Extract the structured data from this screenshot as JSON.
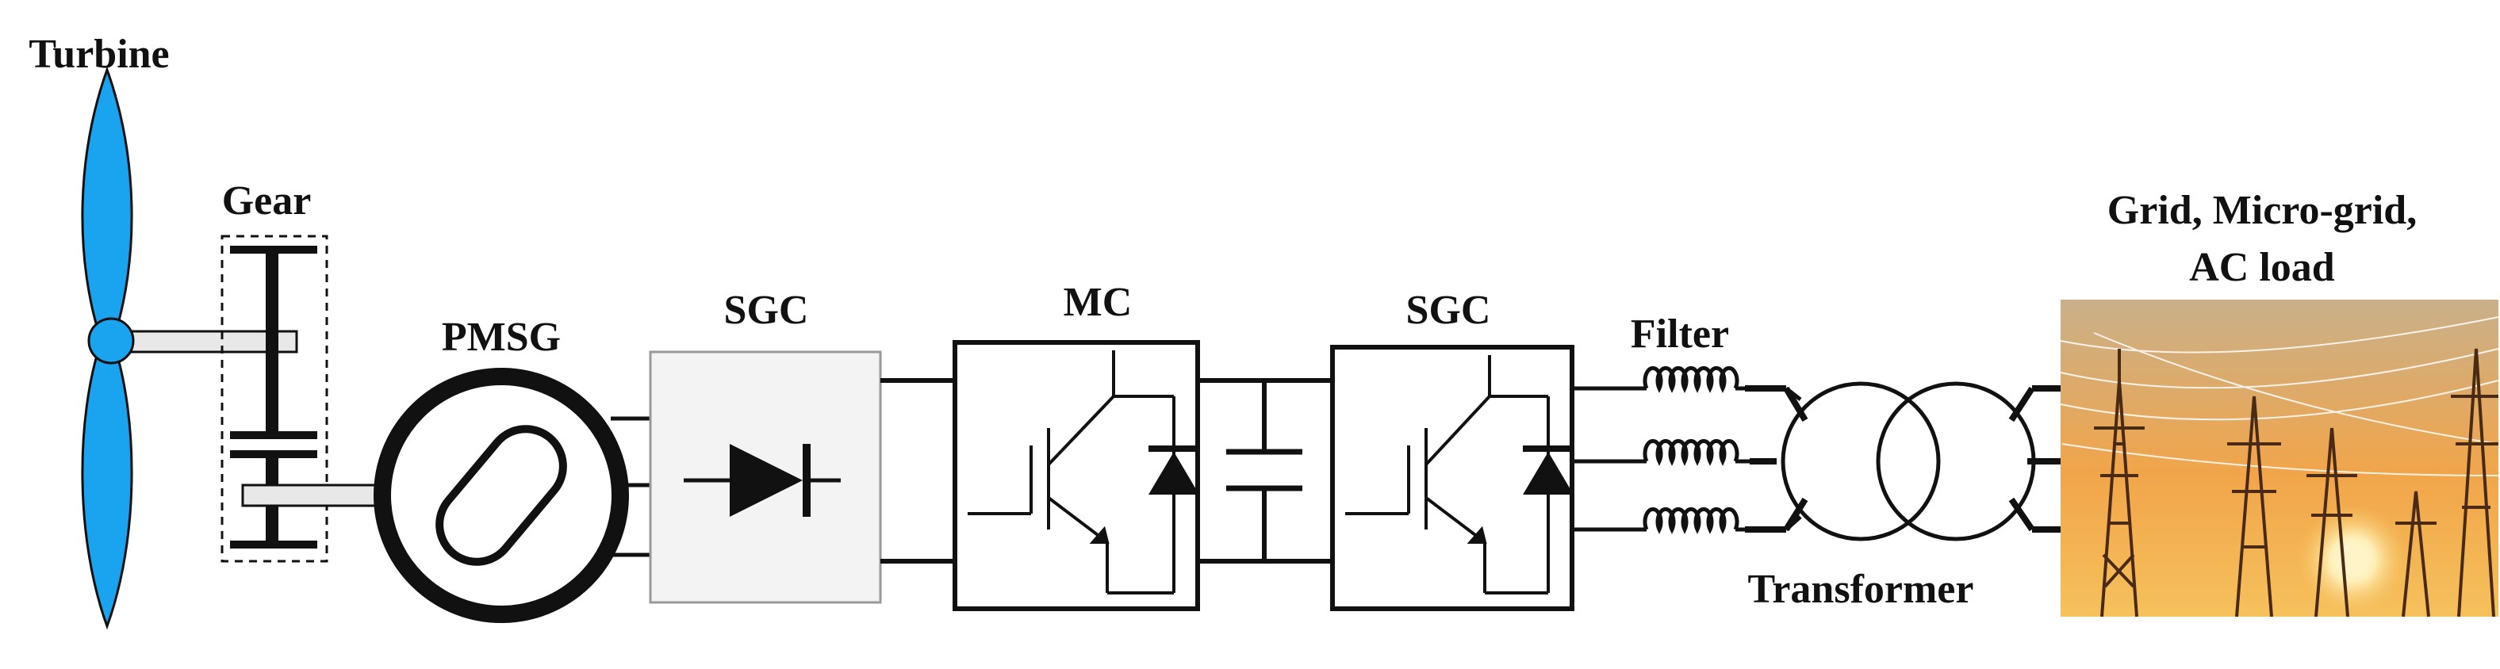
{
  "labels": {
    "turbine": "Turbine",
    "gear": "Gear",
    "pmsg": "PMSG",
    "sgc_left": "SGC",
    "mc": "MC",
    "sgc_right": "SGC",
    "filter": "Filter",
    "transformer": "Transformer",
    "grid_line1": "Grid, Micro-grid,",
    "grid_line2": "AC load"
  },
  "colors": {
    "blade": "#1aa3ef",
    "line": "#111111",
    "shaft": "#e8e8e8",
    "sgc_left_fill": "#f3f3f3",
    "sky_top": "#c9b08a",
    "sky_mid": "#f1a54a",
    "sky_bottom": "#f6c15c",
    "sun": "#fff4c8"
  },
  "icons": {
    "turbine": "wind-turbine-icon",
    "gear": "gearbox-icon",
    "generator": "generator-icon",
    "diode": "diode-icon",
    "transistor": "igbt-icon",
    "capacitor": "capacitor-icon",
    "inductor": "inductor-icon",
    "transformer": "transformer-icon",
    "grid": "power-grid-photo"
  }
}
